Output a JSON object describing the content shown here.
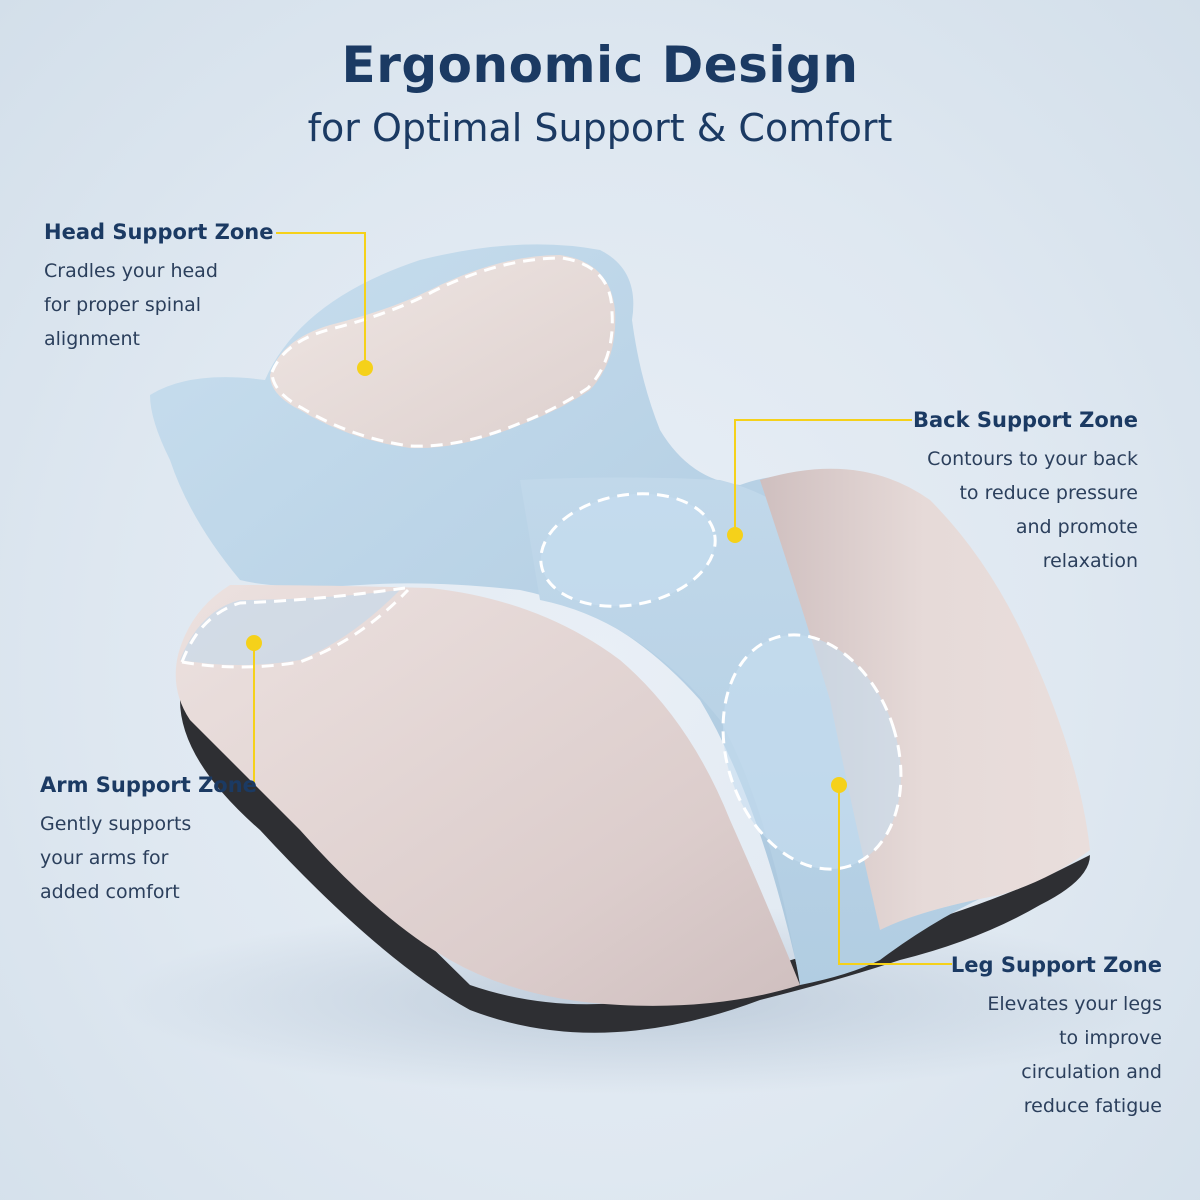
{
  "header": {
    "title": "Ergonomic Design",
    "subtitle": "for Optimal Support & Comfort"
  },
  "zones": {
    "head": {
      "title": "Head Support Zone",
      "lines": [
        "Cradles your head",
        "for proper spinal",
        "alignment"
      ]
    },
    "back": {
      "title": "Back Support Zone",
      "lines": [
        "Contours to your back",
        "to reduce pressure",
        "and promote",
        "relaxation"
      ]
    },
    "arm": {
      "title": "Arm Support Zone",
      "lines": [
        "Gently supports",
        "your arms for",
        "added comfort"
      ]
    },
    "leg": {
      "title": "Leg Support Zone",
      "lines": [
        "Elevates your legs",
        "to improve",
        "circulation and",
        "reduce fatigue"
      ]
    }
  },
  "colors": {
    "heading": "#1b3a63",
    "accent": "#f5d11a",
    "pillow_blue": "#b9d3e6",
    "pillow_pink": "#e3d5d4",
    "base_dark": "#2e2f33"
  }
}
